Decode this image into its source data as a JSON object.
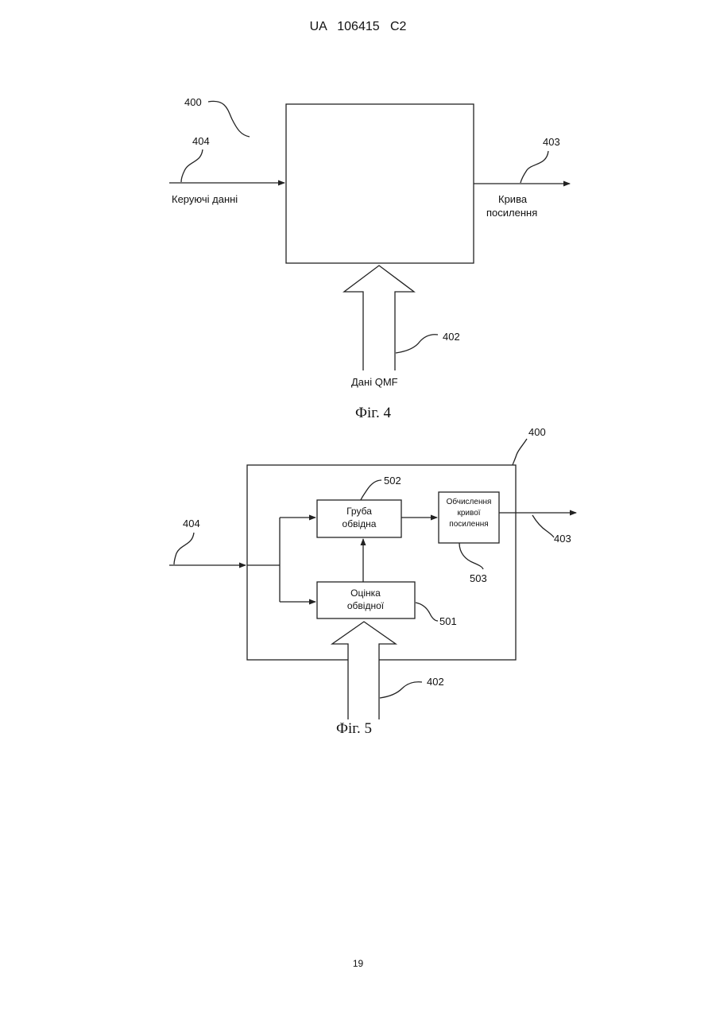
{
  "header": {
    "text": "UA   106415   C2"
  },
  "page_number": "19",
  "fig4": {
    "ref_system": "400",
    "ref_control_in": "404",
    "ref_gain_out": "403",
    "ref_qmf_in": "402",
    "control_data_label": "Керуючі данні",
    "gain_curve_label_line1": "Крива",
    "gain_curve_label_line2": "посилення",
    "qmf_data_label": "Дані QMF",
    "caption": "Фіг. 4"
  },
  "fig5": {
    "ref_system": "400",
    "ref_control_in": "404",
    "ref_coarse_envelope": "502",
    "coarse_envelope_line1": "Груба",
    "coarse_envelope_line2": "обвідна",
    "gain_calc_line1": "Обчислення",
    "gain_calc_line2": "кривої",
    "gain_calc_line3": "посилення",
    "ref_gain_calc": "503",
    "ref_gain_out": "403",
    "envelope_est_line1": "Оцінка",
    "envelope_est_line2": "обвідної",
    "ref_envelope_est": "501",
    "ref_qmf_in": "402",
    "caption": "Фіг. 5"
  }
}
